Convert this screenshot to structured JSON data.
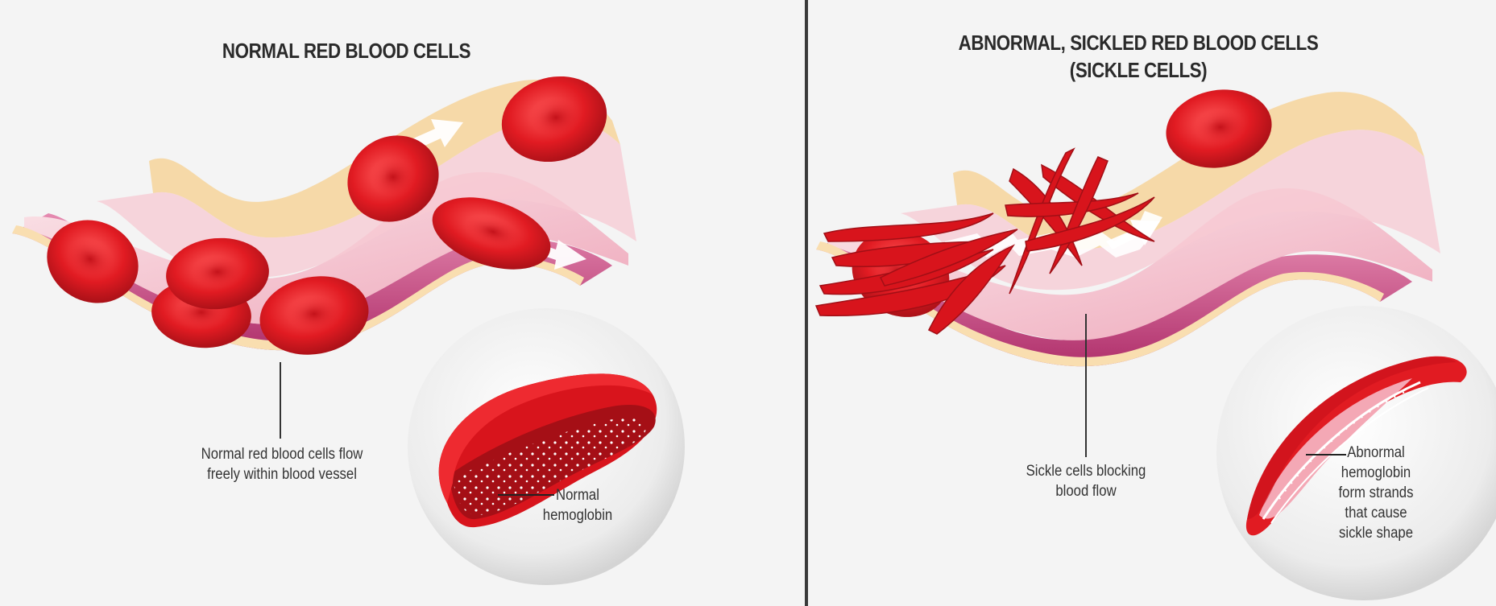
{
  "left": {
    "title": "NORMAL RED BLOOD CELLS",
    "vessel_label_line1": "Normal red blood cells flow",
    "vessel_label_line2": "freely within blood vessel",
    "zoom_label_line1": "Normal",
    "zoom_label_line2": "hemoglobin"
  },
  "right": {
    "title_line1": "ABNORMAL, SICKLED RED BLOOD CELLS",
    "title_line2": "(SICKLE CELLS)",
    "vessel_label_line1": "Sickle cells blocking",
    "vessel_label_line2": "blood flow",
    "zoom_label_line1": "Abnormal",
    "zoom_label_line2": "hemoglobin",
    "zoom_label_line3": "form strands",
    "zoom_label_line4": "that cause",
    "zoom_label_line5": "sickle shape"
  },
  "colors": {
    "background": "#f4f4f4",
    "cell_red": "#e11b22",
    "cell_dark": "#a10f16",
    "vessel_wall": "#f6d7a3",
    "vessel_outer": "#c2457f",
    "vessel_inner": "#f2b7c4",
    "divider": "#3a3a3a"
  }
}
